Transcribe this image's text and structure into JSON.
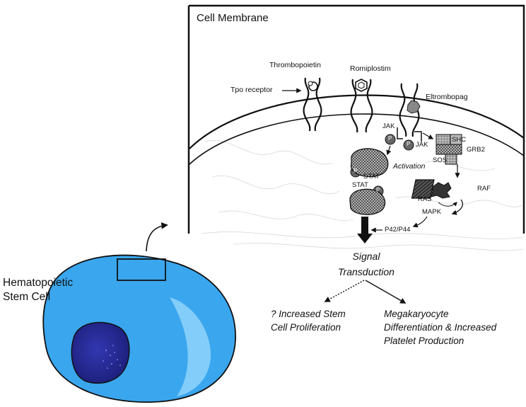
{
  "panel": {
    "title": "Cell Membrane"
  },
  "ligands": {
    "thrombopoietin": "Thrombopoietin",
    "romiplostim": "Romiplostim",
    "eltrombopag": "Eltrombopag"
  },
  "receptor": {
    "tpo_receptor": "Tpo receptor"
  },
  "pathway": {
    "jak_left": "JAK",
    "jak_right": "JAK",
    "p_marker": "P",
    "stat_top": "STAT",
    "stat_bottom": "STAT",
    "activation": "Activation",
    "shc": "SHC",
    "grb2": "GRB2",
    "sos": "SOS",
    "ras": "RAS",
    "raf": "RAF",
    "mapk": "MAPK",
    "p42p44": "P42/P44"
  },
  "signal": {
    "line1": "Signal",
    "line2": "Transduction"
  },
  "outcomes": {
    "left_line1": "? Increased Stem",
    "left_line2": "Cell Proliferation",
    "right_line1": "Megakaryocyte",
    "right_line2": "Differentiation & Increased",
    "right_line3": "Platelet Production"
  },
  "cell": {
    "name_line1": "Hematopoietic",
    "name_line2": "Stem Cell",
    "cytoplasm_color": "#3aa6ee",
    "highlight_color": "#8fd3fa",
    "nucleus_color": "#2a2fa0"
  }
}
